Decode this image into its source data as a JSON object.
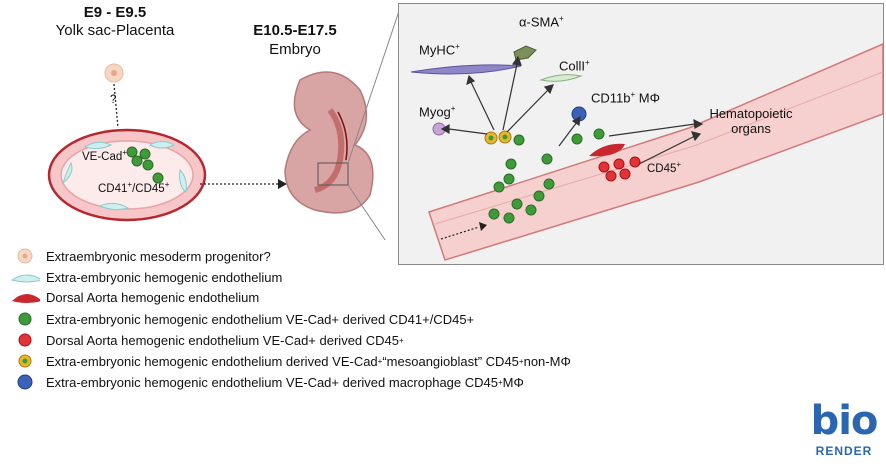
{
  "stage1": {
    "title": "E9 - E9.5",
    "subtitle": "Yolk sac-Placenta"
  },
  "stage2": {
    "title": "E10.5-E17.5",
    "subtitle": "Embryo"
  },
  "yolk": {
    "question": "?",
    "vecad": "VE-Cad",
    "vecad_sup": "+",
    "cd41": "CD41",
    "cd41_sup": "+",
    "cd45": "/CD45",
    "cd45_sup": "+"
  },
  "inset": {
    "myhc": "MyHC",
    "myhc_sup": "+",
    "asma": "α-SMA",
    "asma_sup": "+",
    "coll": "CollI",
    "coll_sup": "+",
    "myog": "Myog",
    "myog_sup": "+",
    "cd11b": "CD11b",
    "cd11b_sup": "+",
    "cd11b_tail": " MΦ",
    "hema": "Hematopoietic organs",
    "cd45": "CD45",
    "cd45_sup": "+"
  },
  "legend": [
    {
      "text": "Extraembryonic mesoderm progenitor?"
    },
    {
      "text": "Extra-embryonic hemogenic endothelium"
    },
    {
      "text": "Dorsal Aorta  hemogenic endothelium"
    },
    {
      "text": "Extra-embryonic hemogenic endothelium VE-Cad+ derived CD41+/CD45+"
    },
    {
      "text": "Dorsal Aorta hemogenic endothelium VE-Cad+ derived CD45",
      "sup": "+"
    },
    {
      "text": "Extra-embryonic hemogenic endothelium derived VE-Cad",
      "sup": "+",
      "tail": "  “mesoangioblast” CD45",
      "sup2": "+",
      "tail2": "non-MΦ"
    },
    {
      "text": "Extra-embryonic hemogenic endothelium VE-Cad+ derived macrophage  CD45",
      "sup": "+",
      "tail": " MΦ"
    }
  ],
  "logo": {
    "bio": "bio",
    "render": "RENDER"
  },
  "colors": {
    "green": "#3f9a3a",
    "red": "#e0343a",
    "yellow": "#e9b52b",
    "blue": "#3a62b8",
    "vessel": "#f6cfcf",
    "endo": "#cfeeee",
    "embryo": "#c98f8f"
  }
}
